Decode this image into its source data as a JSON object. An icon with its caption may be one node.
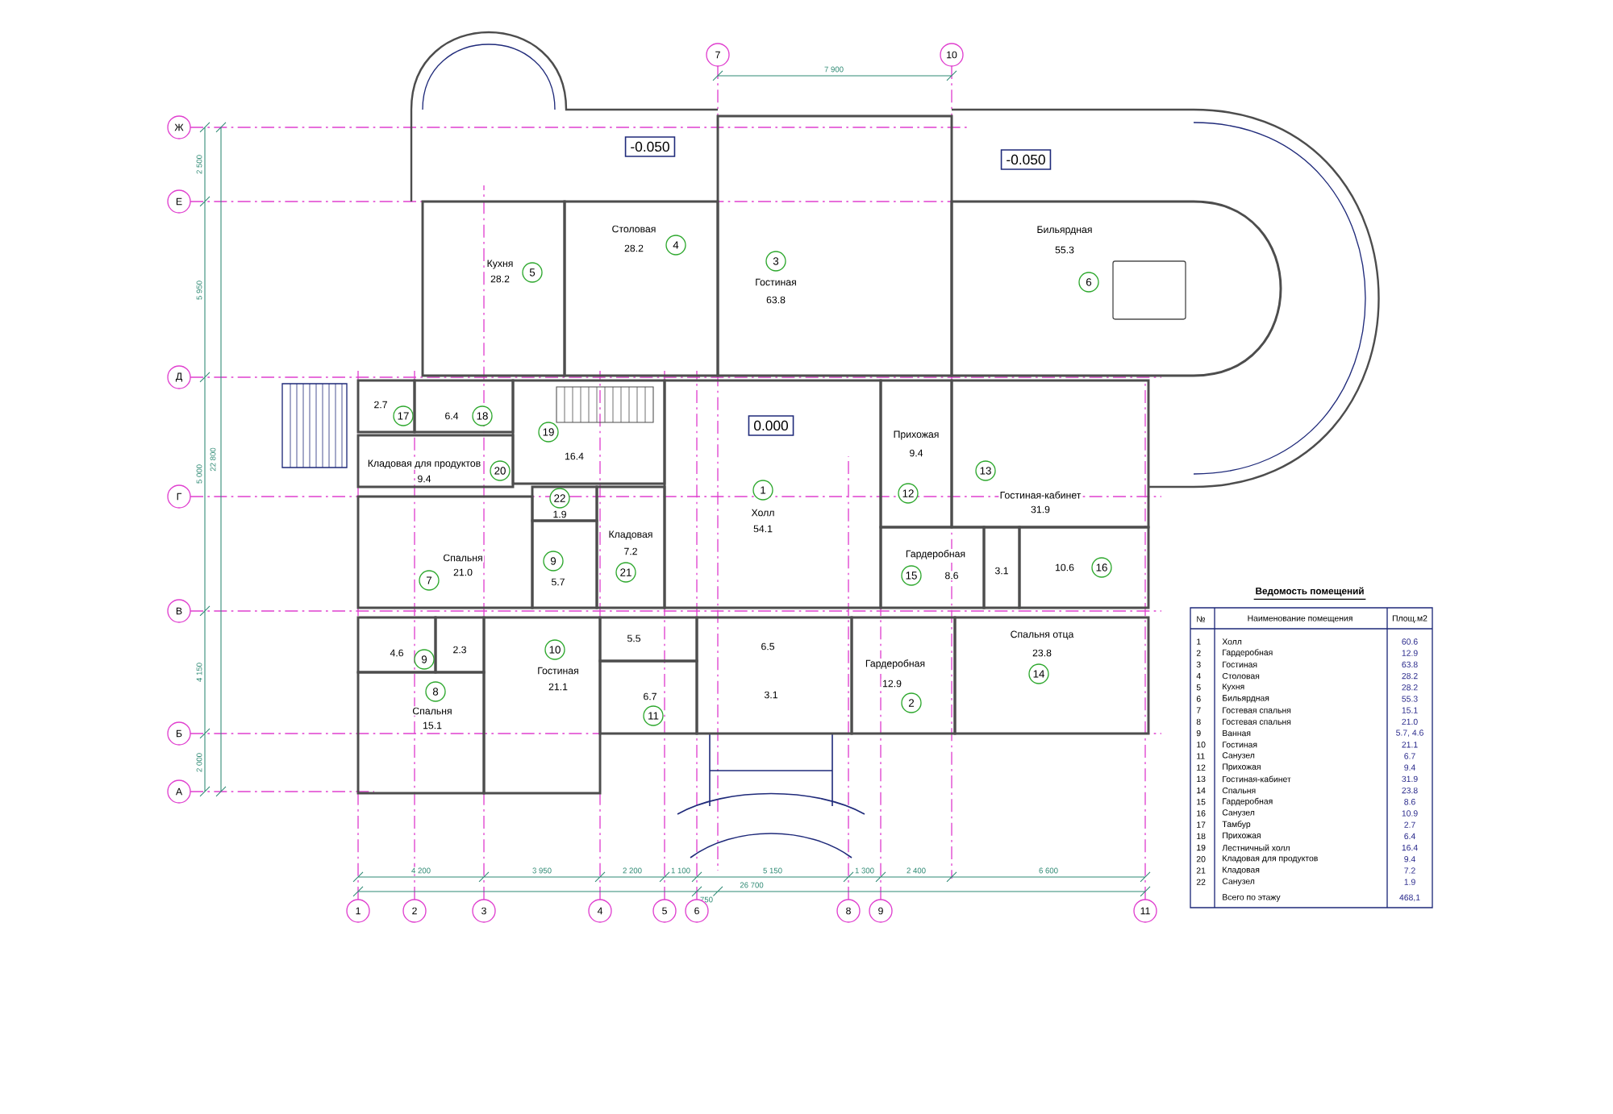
{
  "diagram": {
    "nodes": [
      {
        "text": [
          "Кухня",
          "28.2"
        ]
      },
      {
        "text": [
          "5"
        ],
        "in": 0
      },
      {
        "text": [
          "Столовая",
          "28.2"
        ]
      },
      {
        "text": [
          "4"
        ],
        "in": 2
      },
      {
        "text": [
          "Гостиная",
          "63.8"
        ]
      },
      {
        "text": [
          "3"
        ],
        "in": 4
      },
      {
        "text": [
          "Бильярдная",
          "55.3"
        ]
      },
      {
        "text": [
          "6"
        ],
        "in": 6
      },
      {
        "text": [
          "2.7"
        ]
      },
      {
        "text": [
          "17"
        ],
        "in": 8
      },
      {
        "text": [
          "6.4"
        ]
      },
      {
        "text": [
          "18"
        ],
        "in": 10
      },
      {
        "text": [
          "16.4"
        ]
      },
      {
        "text": [
          "19"
        ],
        "in": 12
      },
      {
        "text": [
          "Кладовая для продуктов",
          "9.4"
        ]
      },
      {
        "text": [
          "20"
        ],
        "in": 14
      },
      {
        "text": [
          "1.9"
        ]
      },
      {
        "text": [
          "22"
        ],
        "in": 16
      },
      {
        "text": [
          "Спальня",
          "21.0"
        ]
      },
      {
        "text": [
          "7"
        ],
        "in": 18
      },
      {
        "text": [
          "5.7"
        ]
      },
      {
        "text": [
          "9"
        ],
        "in": 20
      },
      {
        "text": [
          "Кладовая",
          "7.2"
        ]
      },
      {
        "text": [
          "21"
        ],
        "in": 22
      },
      {
        "text": [
          "Холл",
          "54.1"
        ]
      },
      {
        "text": [
          "1"
        ],
        "in": 24
      },
      {
        "text": [
          "0.000"
        ],
        "in": 24
      },
      {
        "text": [
          "Прихожая",
          "9.4"
        ]
      },
      {
        "text": [
          "12"
        ],
        "in": 27
      },
      {
        "text": [
          "Гостиная-кабинет",
          "31.9"
        ]
      },
      {
        "text": [
          "13"
        ],
        "in": 29
      },
      {
        "text": [
          "Гардеробная",
          "8.6"
        ]
      },
      {
        "text": [
          "15"
        ],
        "in": 31
      },
      {
        "text": [
          "3.1"
        ]
      },
      {
        "text": [
          "10.6"
        ]
      },
      {
        "text": [
          "16"
        ],
        "in": 34
      },
      {
        "text": [
          "4.6"
        ]
      },
      {
        "text": [
          "9"
        ],
        "in": 36
      },
      {
        "text": [
          "2.3"
        ]
      },
      {
        "text": [
          "Спальня",
          "15.1"
        ]
      },
      {
        "text": [
          "8"
        ],
        "in": 39
      },
      {
        "text": [
          "Гостиная",
          "21.1"
        ]
      },
      {
        "text": [
          "10"
        ],
        "in": 41
      },
      {
        "text": [
          "5.5"
        ]
      },
      {
        "text": [
          "6.7"
        ]
      },
      {
        "text": [
          "11"
        ],
        "in": 44
      },
      {
        "text": [
          "6.5",
          "3.1"
        ]
      },
      {
        "text": [
          "Гардеробная",
          "12.9"
        ]
      },
      {
        "text": [
          "2"
        ],
        "in": 47
      },
      {
        "text": [
          "Спальня отца",
          "23.8"
        ]
      },
      {
        "text": [
          "14"
        ],
        "in": 49
      },
      {
        "text": [
          "-0.050"
        ]
      },
      {
        "text": [
          "-0.050"
        ]
      },
      {
        "text": [
          "Ж"
        ]
      },
      {
        "text": [
          "Е"
        ]
      },
      {
        "text": [
          "Д"
        ]
      },
      {
        "text": [
          "Г"
        ]
      },
      {
        "text": [
          "В"
        ]
      },
      {
        "text": [
          "Б"
        ]
      },
      {
        "text": [
          "А"
        ]
      },
      {
        "text": [
          "7"
        ]
      },
      {
        "text": [
          "10"
        ]
      },
      {
        "text": [
          "1"
        ]
      },
      {
        "text": [
          "2"
        ]
      },
      {
        "text": [
          "3"
        ]
      },
      {
        "text": [
          "4"
        ]
      },
      {
        "text": [
          "5"
        ]
      },
      {
        "text": [
          "6"
        ]
      },
      {
        "text": [
          "8"
        ]
      },
      {
        "text": [
          "9"
        ]
      },
      {
        "text": [
          "11"
        ]
      }
    ],
    "labels": [
      "Ведомость помещений",
      "№",
      "Наименование помещения",
      "Площ.м2",
      "1",
      "Холл",
      "60.6",
      "2",
      "Гардеробная",
      "12.9",
      "3",
      "Гостиная",
      "63.8",
      "4",
      "Столовая",
      "28.2",
      "5",
      "Кухня",
      "28.2",
      "6",
      "Бильярдная",
      "55.3",
      "7",
      "Гостевая спальня",
      "15.1",
      "8",
      "Гостевая спальня",
      "21.0",
      "9",
      "Ванная",
      "5.7, 4.6",
      "10",
      "Гостиная",
      "21.1",
      "11",
      "Санузел",
      "6.7",
      "12",
      "Прихожая",
      "9.4",
      "13",
      "Гостиная-кабинет",
      "31.9",
      "14",
      "Спальня",
      "23.8",
      "15",
      "Гардеробная",
      "8.6",
      "16",
      "Санузел",
      "10.9",
      "17",
      "Тамбур",
      "2.7",
      "18",
      "Прихожая",
      "6.4",
      "19",
      "Лестничный холл",
      "16.4",
      "20",
      "Кладовая для продуктов",
      "9.4",
      "21",
      "Кладовая",
      "7.2",
      "22",
      "Санузел",
      "1.9",
      "Всего по этажу",
      "468,1",
      "2 500",
      "5 950",
      "22 800",
      "5 000",
      "4 150",
      "2 000",
      "7 900",
      "4 200",
      "3 950",
      "2 200",
      "1 100",
      "5 150",
      "1 300",
      "2 400",
      "6 600",
      "26 700",
      "750"
    ]
  }
}
